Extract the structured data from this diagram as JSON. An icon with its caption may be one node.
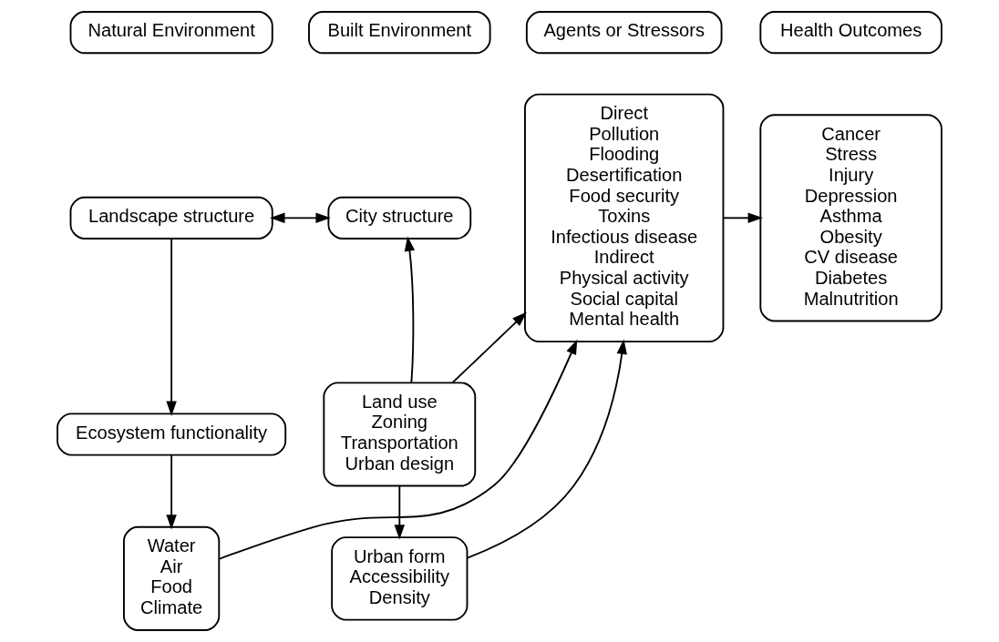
{
  "diagram": {
    "nodes": [
      {
        "text": [
          "Natural Environment"
        ]
      },
      {
        "text": [
          "Built Environment"
        ]
      },
      {
        "text": [
          "Agents or Stressors"
        ]
      },
      {
        "text": [
          "Health Outcomes"
        ]
      },
      {
        "text": [
          "Landscape structure"
        ]
      },
      {
        "text": [
          "City structure"
        ]
      },
      {
        "text": [
          "Direct",
          "Pollution",
          "Flooding",
          "Desertification",
          "Food security",
          "Toxins",
          "Infectious disease",
          "Indirect",
          "Physical activity",
          "Social capital",
          "Mental health"
        ]
      },
      {
        "text": [
          "Cancer",
          "Stress",
          "Injury",
          "Depression",
          "Asthma",
          "Obesity",
          "CV disease",
          "Diabetes",
          "Malnutrition"
        ]
      },
      {
        "text": [
          "Ecosystem functionality"
        ]
      },
      {
        "text": [
          "Land use",
          "Zoning",
          "Transportation",
          "Urban design"
        ]
      },
      {
        "text": [
          "Water",
          "Air",
          "Food",
          "Climate"
        ]
      },
      {
        "text": [
          "Urban form",
          "Accessibility",
          "Density"
        ]
      }
    ],
    "edges": [
      {
        "from": 4,
        "to": 5,
        "arrow": "both"
      },
      {
        "from": 4,
        "to": 8,
        "arrow": "to"
      },
      {
        "from": 9,
        "to": 5,
        "arrow": "to"
      },
      {
        "from": 8,
        "to": 10,
        "arrow": "to"
      },
      {
        "from": 9,
        "to": 11,
        "arrow": "to"
      },
      {
        "from": 9,
        "to": 6,
        "arrow": "to"
      },
      {
        "from": 11,
        "to": 6,
        "arrow": "to"
      },
      {
        "from": 6,
        "to": 7,
        "arrow": "to"
      },
      {
        "from": 10,
        "to": 6,
        "arrow": "to"
      }
    ]
  }
}
